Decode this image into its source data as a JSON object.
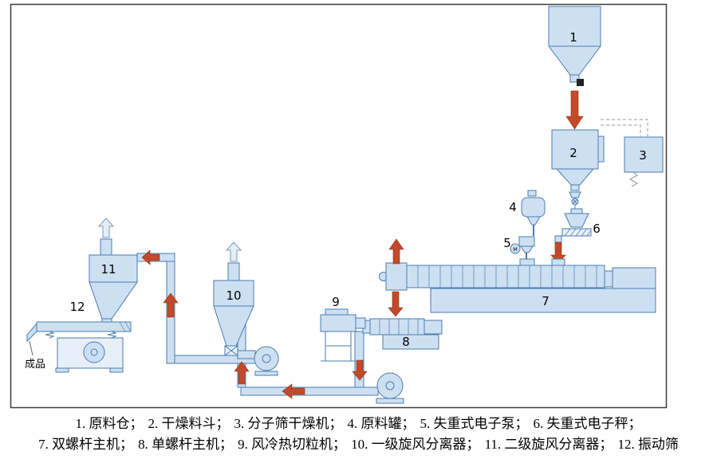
{
  "diagram": {
    "numbers": {
      "n1": "1",
      "n2": "2",
      "n3": "3",
      "n4": "4",
      "n5": "5",
      "n6": "6",
      "n7": "7",
      "n8": "8",
      "n9": "9",
      "n10": "10",
      "n11": "11",
      "n12": "12"
    },
    "motor_label": "M",
    "finished_product_label": "成品",
    "colors": {
      "equipment_fill": "#cde0f2",
      "equipment_stroke": "#4a7cae",
      "arrow_red": "#c2492a",
      "frame_border": "#3c3c3c"
    }
  },
  "legend": {
    "line1_items": [
      "1. 原料仓；",
      "2. 干燥料斗；",
      "3. 分子筛干燥机；",
      "4. 原料罐；",
      "5. 失重式电子泵；",
      "6. 失重式电子秤；"
    ],
    "line2_items": [
      "7. 双螺杆主机；",
      "8. 单螺杆主机；",
      "9. 风冷热切粒机；",
      "10. 一级旋风分离器；",
      "11. 二级旋风分离器；",
      "12. 振动筛"
    ]
  }
}
